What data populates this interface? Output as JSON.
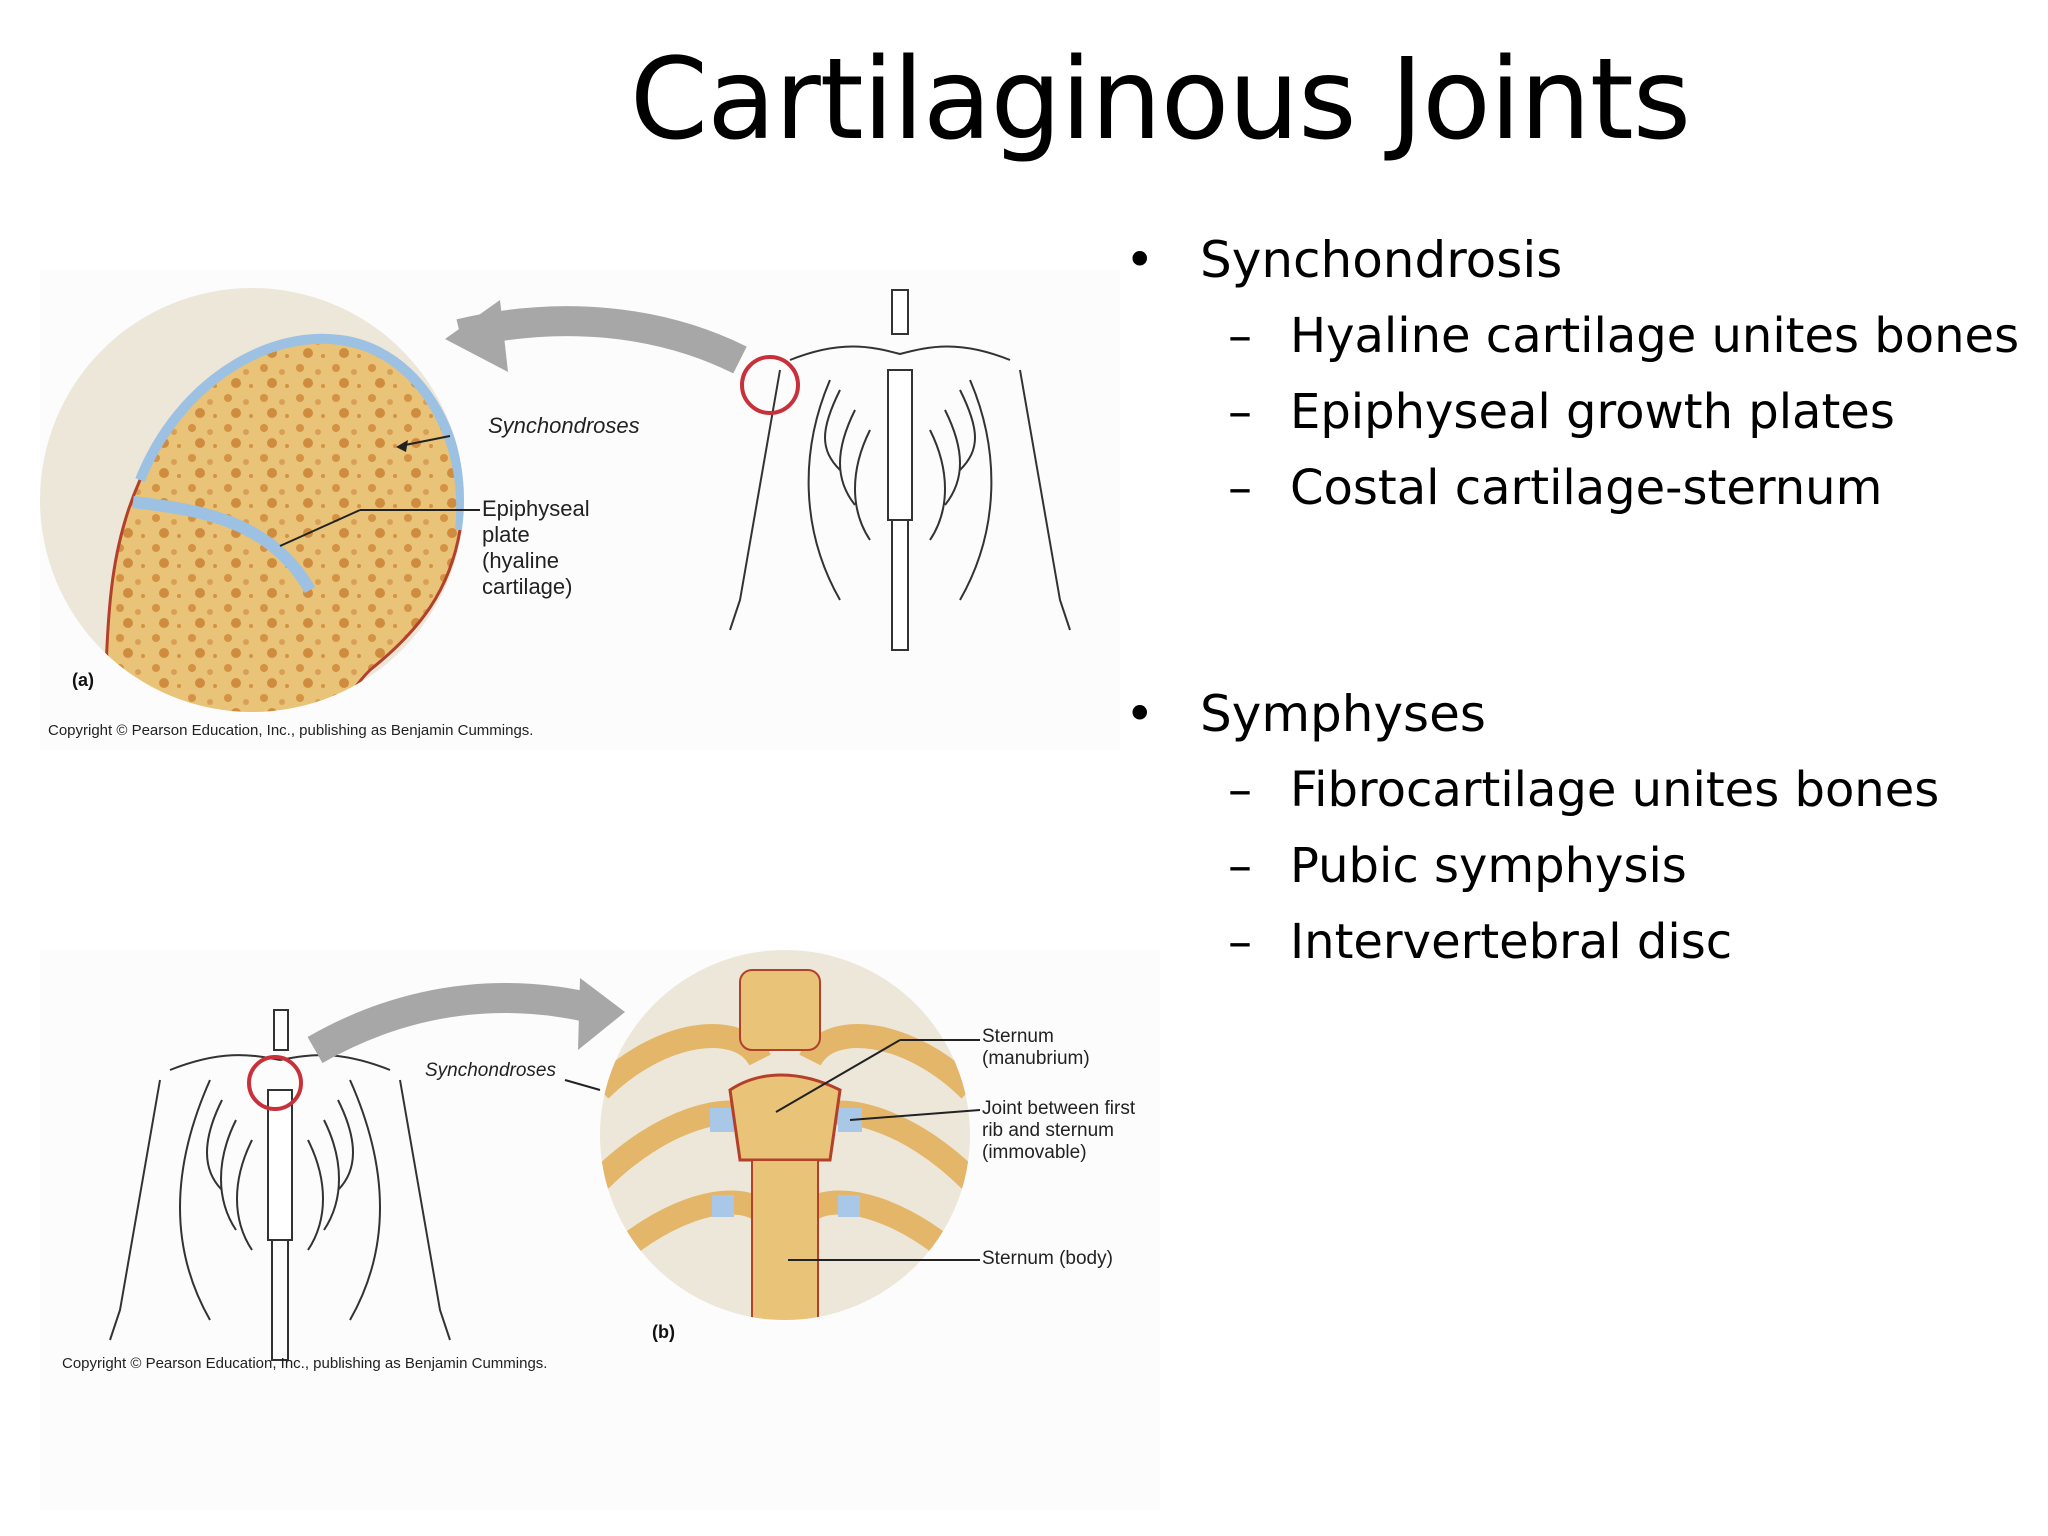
{
  "slide": {
    "title": "Cartilaginous Joints",
    "sections": [
      {
        "heading": "Synchondrosis",
        "items": [
          "Hyaline cartilage unites bones",
          "Epiphyseal growth plates",
          "Costal cartilage-sternum"
        ]
      },
      {
        "heading": "Symphyses",
        "items": [
          "Fibrocartilage unites bones",
          "Pubic symphysis",
          "Intervertebral disc"
        ]
      }
    ],
    "bullet_glyph": "•",
    "dash_glyph": "–"
  },
  "figure_a": {
    "label_synchondroses": "Synchondroses",
    "label_epiphyseal": [
      "Epiphyseal",
      "plate",
      "(hyaline",
      "cartilage)"
    ],
    "panel": "(a)",
    "copyright": "Copyright © Pearson Education, Inc., publishing as Benjamin Cummings."
  },
  "figure_b": {
    "label_synchondroses": "Synchondroses",
    "label_manubrium": [
      "Sternum",
      "(manubrium)"
    ],
    "label_joint": [
      "Joint between first",
      "rib and sternum",
      "(immovable)"
    ],
    "label_body": "Sternum (body)",
    "panel": "(b)",
    "copyright": "Copyright © Pearson Education, Inc., publishing as Benjamin Cummings."
  },
  "colors": {
    "bone": "#e8c277",
    "bone_dark": "#c99a4a",
    "cartilage": "#a9c7e6",
    "circle_bg": "#ece7d8",
    "highlight": "#c8303a",
    "arrow": "#a7a7a7"
  }
}
